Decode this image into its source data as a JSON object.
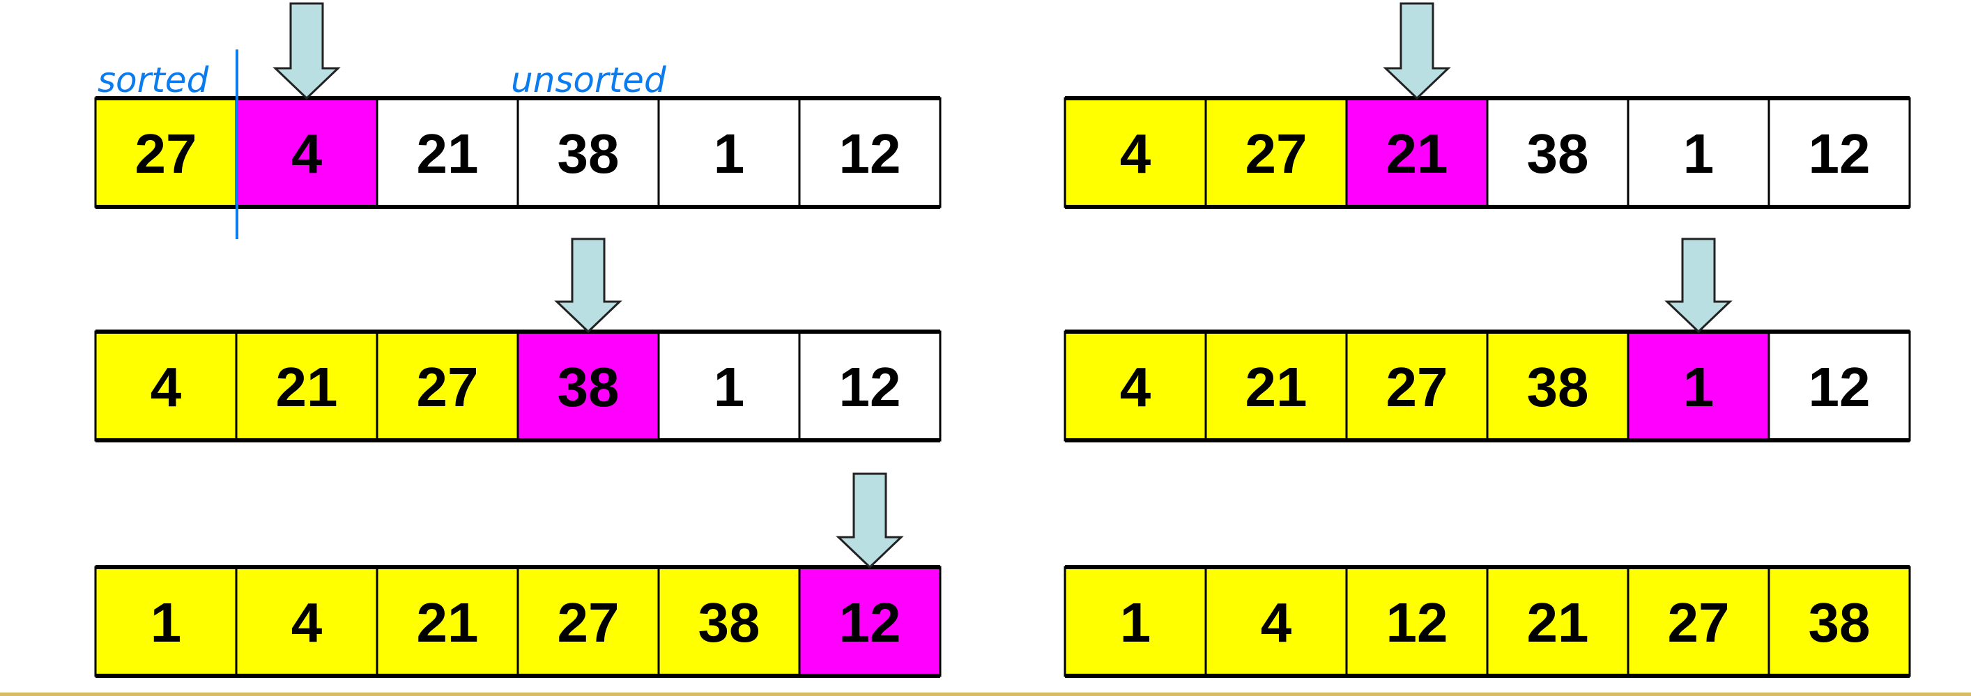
{
  "labels": {
    "sorted": "sorted",
    "unsorted": "unsorted"
  },
  "colors": {
    "sorted": "#ffff00",
    "current": "#ff00ff",
    "unsorted": "#ffffff",
    "arrow": "#b9dfe2",
    "annotation": "#0a7cf0",
    "footer_line": "#d6bd62"
  },
  "steps": [
    {
      "values": [
        27,
        4,
        21,
        38,
        1,
        12
      ],
      "sorted_count": 1,
      "current_index": 1
    },
    {
      "values": [
        4,
        27,
        21,
        38,
        1,
        12
      ],
      "sorted_count": 2,
      "current_index": 2
    },
    {
      "values": [
        4,
        21,
        27,
        38,
        1,
        12
      ],
      "sorted_count": 3,
      "current_index": 3
    },
    {
      "values": [
        4,
        21,
        27,
        38,
        1,
        12
      ],
      "sorted_count": 4,
      "current_index": 4
    },
    {
      "values": [
        1,
        4,
        21,
        27,
        38,
        12
      ],
      "sorted_count": 5,
      "current_index": 5
    },
    {
      "values": [
        1,
        4,
        12,
        21,
        27,
        38
      ],
      "sorted_count": 6,
      "current_index": null
    }
  ]
}
